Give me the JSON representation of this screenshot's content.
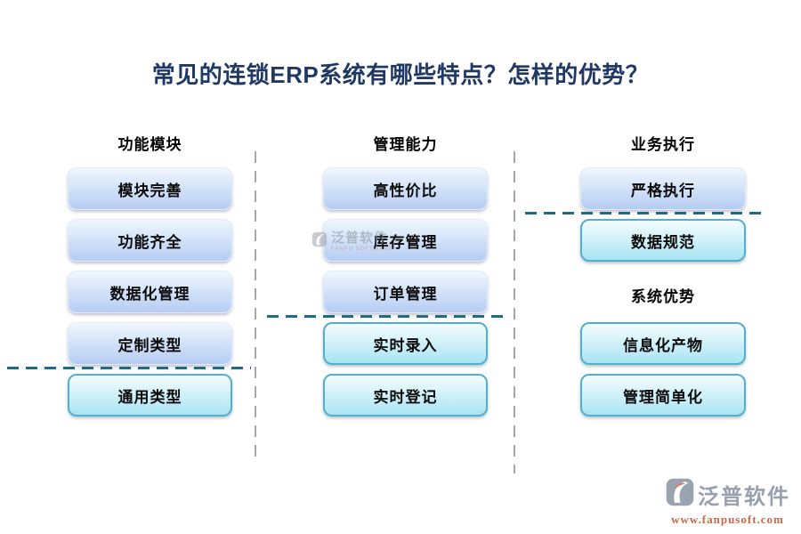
{
  "title": "常见的连锁ERP系统有哪些特点？怎样的优势？",
  "columns": [
    {
      "header": "功能模块",
      "items": [
        {
          "label": "模块完善",
          "style": "blue"
        },
        {
          "label": "功能齐全",
          "style": "blue"
        },
        {
          "label": "数据化管理",
          "style": "blue"
        },
        {
          "label": "定制类型",
          "style": "blue"
        },
        {
          "label": "通用类型",
          "style": "cyan"
        }
      ]
    },
    {
      "header": "管理能力",
      "items": [
        {
          "label": "高性价比",
          "style": "blue"
        },
        {
          "label": "库存管理",
          "style": "blue"
        },
        {
          "label": "订单管理",
          "style": "blue"
        },
        {
          "label": "实时录入",
          "style": "cyan"
        },
        {
          "label": "实时登记",
          "style": "cyan"
        }
      ]
    },
    {
      "header": "业务执行",
      "subheader": "系统优势",
      "items": [
        {
          "label": "严格执行",
          "style": "blue"
        },
        {
          "label": "数据规范",
          "style": "cyan"
        },
        {
          "label": "信息化产物",
          "style": "cyan"
        },
        {
          "label": "管理简单化",
          "style": "cyan"
        }
      ]
    }
  ],
  "watermark": {
    "text": "泛普软件",
    "subtext": "FANPU SOFTWARE"
  },
  "footer_logo": {
    "brand": "泛普软件",
    "url": "www.fanpusoft.com"
  },
  "colors": {
    "title": "#1f3864",
    "divider_teal": "#1d6b85",
    "divider_gray": "#a6a6a6",
    "button_blue_bottom": "#b6ccf2",
    "button_cyan_border": "#55aecb"
  }
}
